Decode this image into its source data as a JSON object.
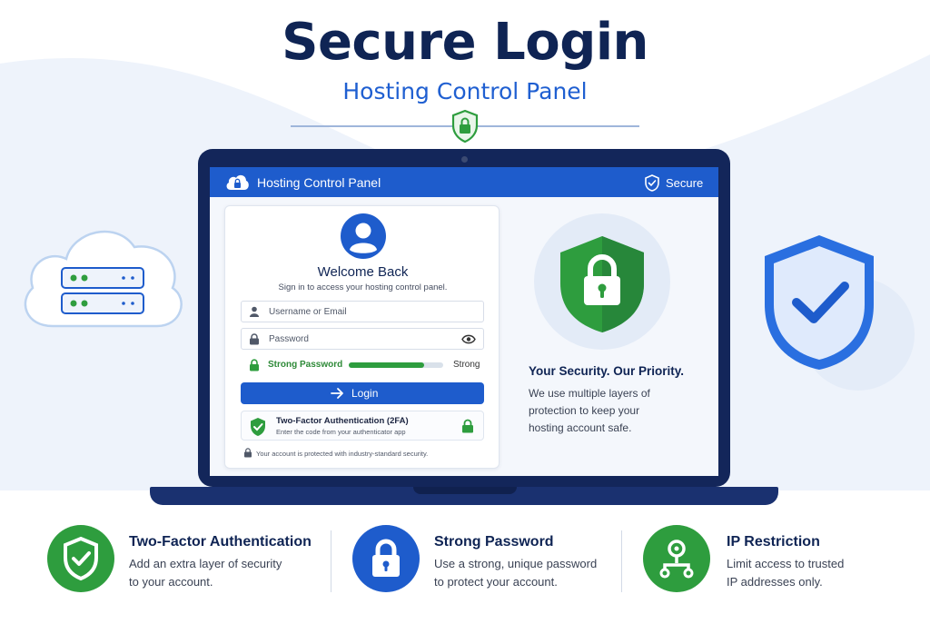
{
  "hero": {
    "title": "Secure Login",
    "subtitle": "Hosting Control Panel"
  },
  "app_bar": {
    "title": "Hosting Control Panel",
    "secure_label": "Secure"
  },
  "login_card": {
    "welcome": "Welcome Back",
    "sign_in_text": "Sign in to access your hosting control panel.",
    "username_placeholder": "Username or Email",
    "password_placeholder": "Password",
    "strength_label": "Strong Password",
    "strength_value": "Strong",
    "strength_fraction": 0.8,
    "login_label": "Login",
    "tfa_title": "Two-Factor Authentication (2FA)",
    "tfa_subtitle": "Enter the code from your authenticator app",
    "protected_text": "Your account is protected with industry-standard security."
  },
  "security_panel": {
    "title": "Your Security. Our Priority.",
    "line1": "We use multiple layers of",
    "line2": "protection to keep your",
    "line3": "hosting account safe."
  },
  "features": [
    {
      "title": "Two-Factor Authentication",
      "line1": "Add an extra layer of security",
      "line2": "to your account.",
      "icon": "shield-check-icon",
      "color": "#2e9d3e"
    },
    {
      "title": "Strong Password",
      "line1": "Use a strong, unique password",
      "line2": "to protect your account.",
      "icon": "padlock-icon",
      "color": "#1e5ccc"
    },
    {
      "title": "IP Restriction",
      "line1": "Limit access to trusted",
      "line2": "IP addresses only.",
      "icon": "network-icon",
      "color": "#2e9d3e"
    }
  ],
  "colors": {
    "brand_blue": "#1e5ccc",
    "navy": "#0f2454",
    "success_green": "#2e9d3e"
  }
}
